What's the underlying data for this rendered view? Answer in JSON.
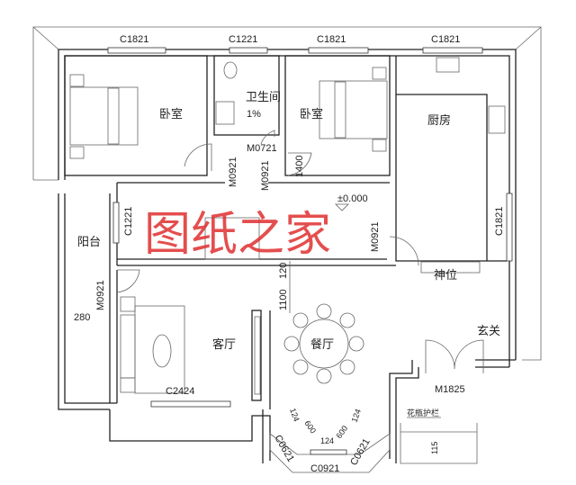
{
  "plan": {
    "windows": {
      "top_1": "C1821",
      "top_2": "C1221",
      "top_3": "C1821",
      "top_4": "C1821",
      "hall_left": "C1221",
      "kitchen_right": "C1821",
      "living_bottom": "C2424",
      "bay_left": "C0621",
      "bay_center": "C0921",
      "bay_right": "C0621"
    },
    "doors": {
      "bath": "M0721",
      "bedroom1": "M0921",
      "bedroom2": "M0921",
      "kitchen": "M0921",
      "balcony": "M0921",
      "entrance": "M1825"
    },
    "rooms": {
      "bedroom1": "卧室",
      "bathroom": "卫生间",
      "bedroom2": "卧室",
      "kitchen": "厨房",
      "balcony": "阳台",
      "living": "客厅",
      "dining": "餐厅",
      "entry": "玄关",
      "shrine": "神位"
    },
    "annotations": {
      "slope": "1%",
      "level": "±0.000",
      "dim_1400": "1400",
      "dim_120": "120",
      "dim_1100": "1100",
      "dim_280": "280",
      "dim_124a": "124",
      "dim_600a": "600",
      "dim_124b": "124",
      "dim_600b": "600",
      "dim_124c": "124",
      "dim_115": "115",
      "railing": "花瓶护栏"
    },
    "watermark": "图纸之家"
  }
}
